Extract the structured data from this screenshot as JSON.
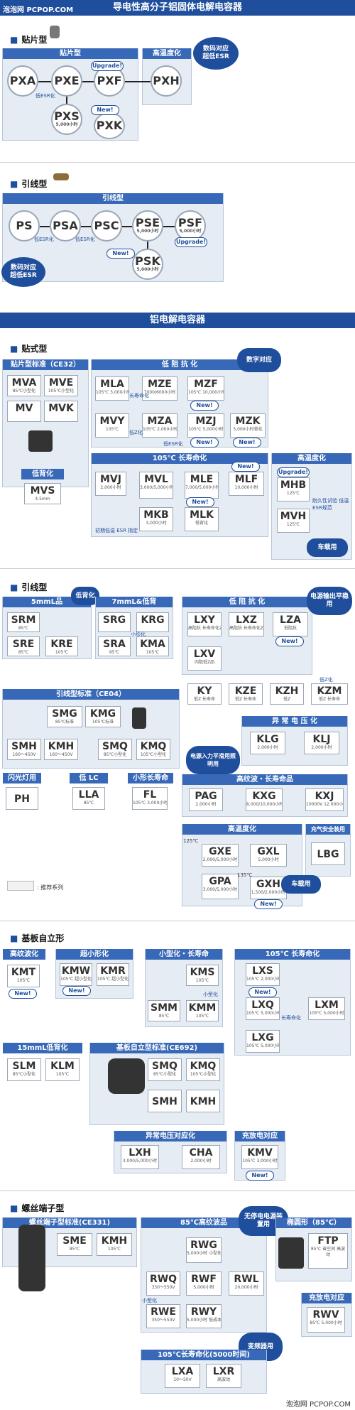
{
  "header": {
    "site": "泡泡网 PCPOP.COM",
    "title": "导电性高分子铝固体电解电容器"
  },
  "sec1": {
    "title": "贴片型",
    "group_main": "贴片型",
    "group_high": "高温度化",
    "bubble": "数码对应\n超低ESR",
    "items": {
      "pxa": "PXA",
      "pxe": "PXE",
      "pxf": "PXF",
      "pxs": "PXS",
      "pxs_sub": "5,000小时",
      "pxk": "PXK",
      "pxh": "PXH"
    },
    "notes": {
      "low_esr": "低ESR化",
      "upgrade": "Upgrade!",
      "new": "New!"
    }
  },
  "sec2": {
    "title": "引线型",
    "group": "引线型",
    "bubble": "数码对应\n超低ESR",
    "items": {
      "ps": "PS",
      "psa": "PSA",
      "psc": "PSC",
      "pse": "PSE",
      "pse_sub": "5,000小时",
      "psf": "PSF",
      "psf_sub": "5,000小时",
      "psk": "PSK",
      "psk_sub": "5,000小时"
    },
    "notes": {
      "low_esr1": "低ESR化",
      "low_esr2": "低ESR化",
      "upgrade": "Upgrade!",
      "new": "New!"
    }
  },
  "sec3_header": "铝电解电容器",
  "sec3": {
    "title": "贴式型",
    "std": "贴片型标准（CE32）",
    "low_imp": "低 阻 抗 化",
    "digital": "数字对应",
    "long": "105℃ 长寿命化",
    "high": "高温度化",
    "low_h": "低背化",
    "car": "车载用",
    "items": {
      "mva": "MVA",
      "mva_sub": "85℃小型化",
      "mve": "MVE",
      "mve_sub": "105℃小型化",
      "mv": "MV",
      "mvk": "MVK",
      "mvs": "MVS",
      "mvs_sub": "4.5mm",
      "mla": "MLA",
      "mla_sub": "105℃ 3,000小时",
      "mze": "MZE",
      "mze_sub": "7000/6000小时",
      "mzf": "MZF",
      "mzf_sub": "105℃ 10,000小时",
      "mvy": "MVY",
      "mvy_sub": "105℃",
      "mza": "MZA",
      "mza_sub": "105℃ 2,000小时",
      "mzj": "MZJ",
      "mzj_sub": "105℃ 5,000小时",
      "mzk": "MZK",
      "mzk_sub": "5,000小时背化",
      "mvj": "MVJ",
      "mvj_sub": "2,000小时",
      "mvl": "MVL",
      "mvl_sub": "3,000/5,000小时",
      "mle": "MLE",
      "mle_sub": "7,000/5,000小时",
      "mlf": "MLF",
      "mlf_sub": "10,000小时",
      "mkb": "MKB",
      "mkb_sub": "3,000小时",
      "mlk": "MLK",
      "mlk_sub": "低背化",
      "mhb": "MHB",
      "mhb_sub": "125℃",
      "mvh": "MVH",
      "mvh_sub": "125℃"
    },
    "notes": {
      "new": "New!",
      "upgrade": "Upgrade!",
      "long": "长寿命化",
      "low_z": "低Z化",
      "low_esr": "低ESR化",
      "init": "初期低温 ESR 指定",
      "durability": "耐久性试验 低温ESR规范"
    }
  },
  "sec4": {
    "title": "引线型",
    "g5mm": "5mmL品",
    "g7mm": "7mmL&低背",
    "low_h_bubble": "低背化",
    "low_imp": "低 阻 抗 化",
    "power_bubble": "电源输出平稳用",
    "std": "引线型标准（CE04）",
    "abn": "异 常 电 压 化",
    "flash": "闪光灯用",
    "low_lc": "低 LC",
    "small_long": "小形长寿命",
    "ripple": "高纹波・长寿命品",
    "high": "高温度化",
    "safety": "充气安全装用",
    "car": "车载用",
    "light_bubble": "电源入力平滑用照明用",
    "legend": ": 推荐系列",
    "items": {
      "srm": "SRM",
      "srm_sub": "85℃",
      "sre": "SRE",
      "sre_sub": "85℃",
      "kre": "KRE",
      "kre_sub": "105℃",
      "srg": "SRG",
      "krg": "KRG",
      "sra": "SRA",
      "sra_sub": "85℃",
      "kma": "KMA",
      "kma_sub": "105℃",
      "lxy": "LXY",
      "lxy_sub": "高阻抗 长寿命化Z",
      "lxz": "LXZ",
      "lxz_sub": "高阻抗 长寿命化Z",
      "lza": "LZA",
      "lza_sub": "低阻抗",
      "lxv": "LXV",
      "lxv_sub": "内阻低Z品",
      "ky": "KY",
      "ky_sub": "低Z 长寿命",
      "kze": "KZE",
      "kze_sub": "低Z 长寿命",
      "kzh": "KZH",
      "kzh_sub": "低Z",
      "kzm": "KZM",
      "kzm_sub": "低Z 长寿命",
      "smg": "SMG",
      "smg_sub": "85℃标准",
      "kmg": "KMG",
      "kmg_sub": "105℃标准",
      "smh": "SMH",
      "smh_sub": "160〜450V",
      "kmh": "KMH",
      "kmh_sub": "160〜450V",
      "smq": "SMQ",
      "smq_sub": "85℃小型化",
      "kmq": "KMQ",
      "kmq_sub": "105℃小型化",
      "klg": "KLG",
      "klg_sub": "2,000小时",
      "klj": "KLJ",
      "klj_sub": "2,000小时",
      "ph": "PH",
      "lla": "LLA",
      "lla_sub": "85℃",
      "fl": "FL",
      "fl_sub": "105℃ 3,000小时",
      "pag": "PAG",
      "pag_sub": "2,000小时",
      "kxg": "KXG",
      "kxg_sub": "8,000/10,000小时",
      "kxj": "KXJ",
      "kxj_sub": "10000V 12,000小时",
      "gxe": "GXE",
      "gxe_sub": "2,000/5,000小时",
      "gxl": "GXL",
      "gxl_sub": "5,000小时",
      "gpa": "GPA",
      "gpa_sub": "3,000/5,000小时",
      "gxh": "GXH",
      "gxh_sub": "1,500/2,000小时",
      "lbg": "LBG"
    },
    "notes": {
      "new": "New!",
      "small": "小形化",
      "low_z": "低Z化",
      "t125": "125℃",
      "t135": "135℃"
    }
  },
  "sec5": {
    "title": "基板自立形",
    "ripple": "高纹波化",
    "small": "超小形化",
    "small_long": "小型化・长寿命",
    "long105": "105℃ 长寿命化",
    "low15": "15mmL低背化",
    "std": "基板自立型标准(CE692)",
    "abn": "异常电压对应化",
    "charge": "充放电对应",
    "items": {
      "kmt": "KMT",
      "kmt_sub": "105℃",
      "kmw": "KMW",
      "kmw_sub": "105℃ 超小型化",
      "kmr": "KMR",
      "kmr_sub": "105℃ 超小型化",
      "kms": "KMS",
      "kms_sub": "105℃",
      "smm": "SMM",
      "smm_sub": "85℃",
      "kmm": "KMM",
      "kmm_sub": "105℃",
      "lxs": "LXS",
      "lxs_sub": "105℃ 2,000小时",
      "lxq": "LXQ",
      "lxq_sub": "105℃ 5,000小时",
      "lxm": "LXM",
      "lxm_sub": "105℃ 5,000小时",
      "lxg": "LXG",
      "lxg_sub": "105℃ 5,000小时",
      "slm": "SLM",
      "slm_sub": "85℃小型化",
      "klm": "KLM",
      "klm_sub": "105℃",
      "smq": "SMQ",
      "smq_sub": "85℃小型化",
      "kmq": "KMQ",
      "kmq_sub": "105℃小型化",
      "smh": "SMH",
      "kmh": "KMH",
      "lxh": "LXH",
      "lxh_sub": "3,000/5,000小时",
      "cha": "CHA",
      "cha_sub": "2,000小时",
      "kmv": "KMV",
      "kmv_sub": "105℃ 3,000小时"
    },
    "notes": {
      "new": "New!",
      "small": "小型化",
      "long": "长寿命化"
    }
  },
  "sec6": {
    "title": "螺丝端子型",
    "std": "螺丝端子型标准(CE331)",
    "ripple85": "85℃高纹波品",
    "ups": "无停电电源装置用",
    "oval": "椭圆形（85℃）",
    "charge": "充放电对应",
    "long105": "105℃长寿命化(5000时间)",
    "inv": "变频器用",
    "items": {
      "sme": "SME",
      "sme_sub": "85℃",
      "kmh": "KMH",
      "kmh_sub": "105℃",
      "rwg": "RWG",
      "rwg_sub": "5,000小时 小型化",
      "rwq": "RWQ",
      "rwq_sub": "330〜550V",
      "rwf": "RWF",
      "rwf_sub": "5,000小时",
      "rwl": "RWL",
      "rwl_sub": "20,000小时",
      "rwe": "RWE",
      "rwe_sub": "350〜550V",
      "rwy": "RWY",
      "rwy_sub": "5,000小时 低成本",
      "ftp": "FTP",
      "ftp_sub": "85℃ 省空间 高波动",
      "rwv": "RWV",
      "rwv_sub": "85℃ 5,000小时",
      "lxa": "LXA",
      "lxa_sub": "10〜50V",
      "lxr": "LXR",
      "lxr_sub": "高波动"
    },
    "notes": {
      "small": "小型化"
    }
  },
  "footer": "泡泡网 PCPOP.COM"
}
